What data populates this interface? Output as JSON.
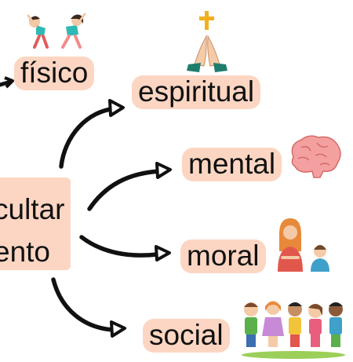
{
  "center": {
    "line1": "cultar",
    "line2": "ento"
  },
  "nodes": {
    "fisico": "físico",
    "espiritual": "espiritual",
    "mental": "mental",
    "moral": "moral",
    "social": "social"
  },
  "colors": {
    "pill": "#fcd6c2",
    "arrow": "#111111"
  },
  "illustrations": [
    "exercising-kids-icon",
    "praying-hands-icon",
    "brain-icon",
    "teacher-and-child-icon",
    "group-of-kids-icon"
  ]
}
